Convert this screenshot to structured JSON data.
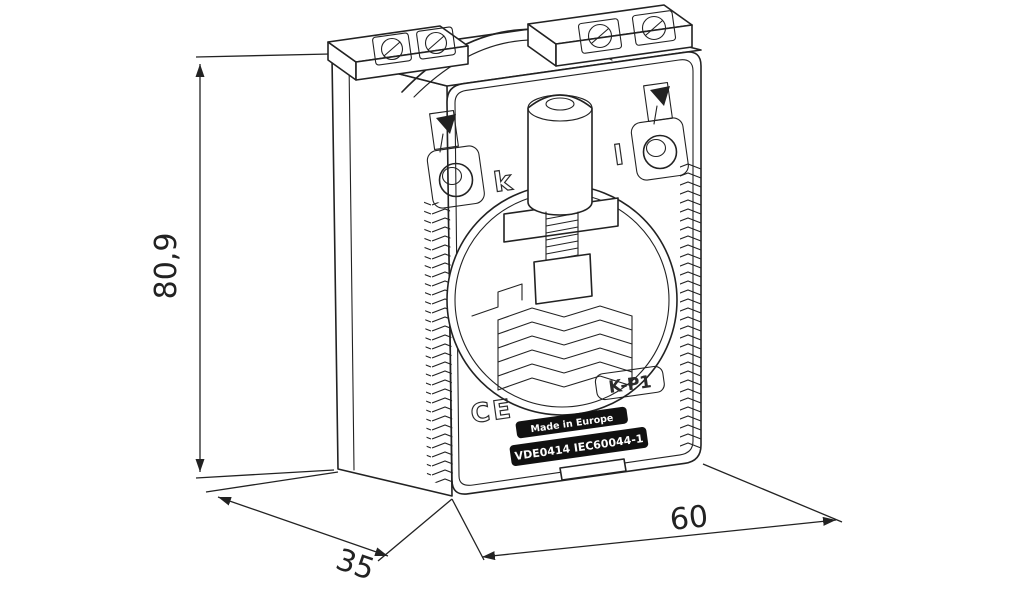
{
  "dimensions": {
    "height_mm": "80,9",
    "depth_mm": "35",
    "width_mm": "60"
  },
  "device": {
    "terminal_labels": {
      "k": "k",
      "l": "l"
    },
    "marking_plate": "K-P1",
    "ce_mark": "CE",
    "origin_label": "Made in Europe",
    "standards_label": "VDE0414 IEC60044-1"
  },
  "colors": {
    "line": "#222222",
    "background": "#ffffff",
    "plate_background": "#111111",
    "plate_text": "#ffffff"
  }
}
